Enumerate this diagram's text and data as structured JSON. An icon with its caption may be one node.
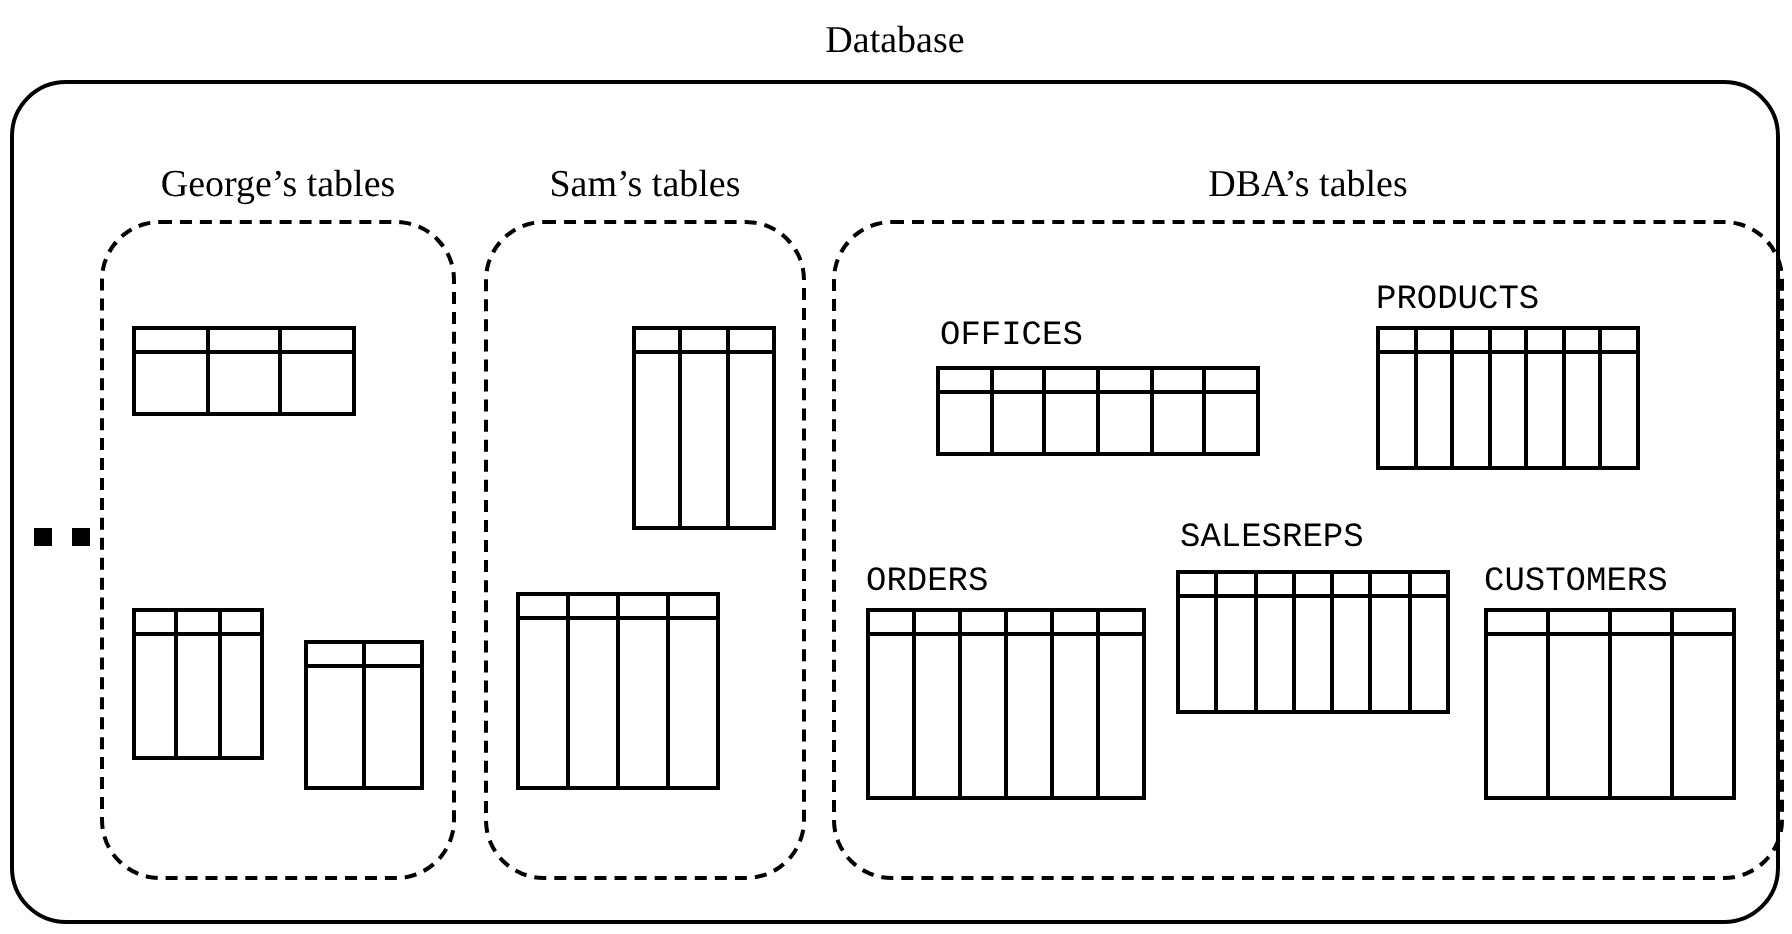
{
  "diagram": {
    "nodes": [
      {
        "text": [
          "Database"
        ]
      },
      {
        "text": [
          "George’s tables"
        ],
        "in": 0
      },
      {
        "text": [
          "Sam’s tables"
        ],
        "in": 0
      },
      {
        "text": [
          "DBA’s tables"
        ],
        "in": 0
      },
      {
        "text": [],
        "shape": "table",
        "in": 1
      },
      {
        "text": [],
        "shape": "table",
        "in": 1
      },
      {
        "text": [],
        "shape": "table",
        "in": 1
      },
      {
        "text": [],
        "shape": "table",
        "in": 2
      },
      {
        "text": [],
        "shape": "table",
        "in": 2
      },
      {
        "text": [
          "OFFICES"
        ],
        "in": 3
      },
      {
        "text": [
          "PRODUCTS"
        ],
        "in": 3
      },
      {
        "text": [
          "ORDERS"
        ],
        "in": 3
      },
      {
        "text": [
          "SALESREPS"
        ],
        "in": 3
      },
      {
        "text": [
          "CUSTOMERS"
        ],
        "in": 3
      }
    ]
  }
}
